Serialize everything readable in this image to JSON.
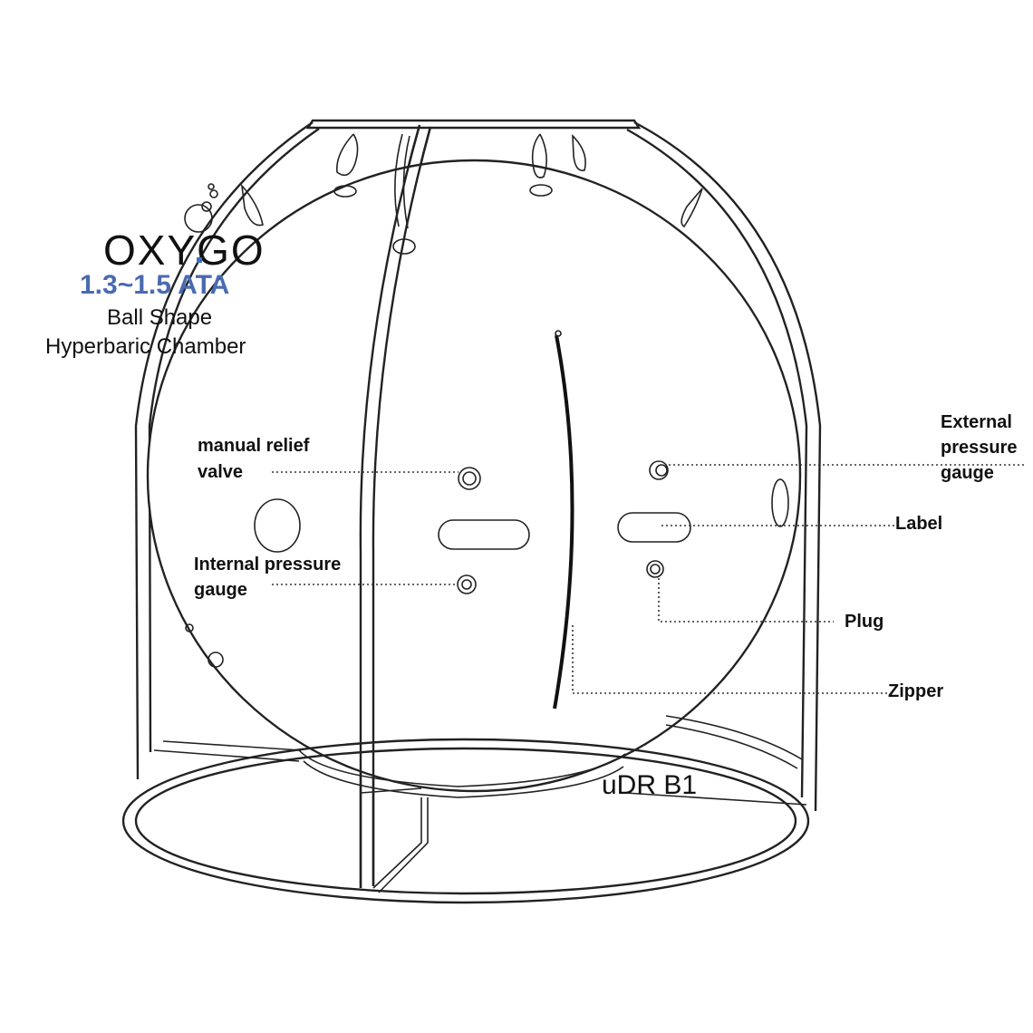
{
  "brand": {
    "logo_text": "OXYGO",
    "pressure_range": "1.3~1.5 ATA",
    "title_line1": "Ball Shape",
    "title_line2": "Hyperbaric Chamber"
  },
  "model_label": "uDR B1",
  "callouts": {
    "manual_relief_valve": {
      "line1": "manual relief",
      "line2": "valve"
    },
    "internal_pressure_gauge": {
      "line1": "Internal pressure",
      "line2": "gauge"
    },
    "external_pressure_gauge": {
      "line1": "External",
      "line2": "pressure",
      "line3": "gauge"
    },
    "label": "Label",
    "plug": "Plug",
    "zipper": "Zipper"
  },
  "colors": {
    "ata_text": "#4a6bb0",
    "logo_accent": "#3a6fc4",
    "line": "#222222"
  }
}
